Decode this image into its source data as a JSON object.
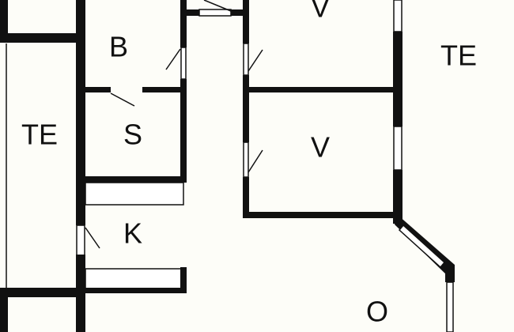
{
  "rooms": [
    {
      "id": "v-top",
      "label": "V"
    },
    {
      "id": "b",
      "label": "B"
    },
    {
      "id": "te-right",
      "label": "TE"
    },
    {
      "id": "te-left",
      "label": "TE"
    },
    {
      "id": "s",
      "label": "S"
    },
    {
      "id": "v-mid",
      "label": "V"
    },
    {
      "id": "k",
      "label": "K"
    },
    {
      "id": "o",
      "label": "O"
    }
  ]
}
